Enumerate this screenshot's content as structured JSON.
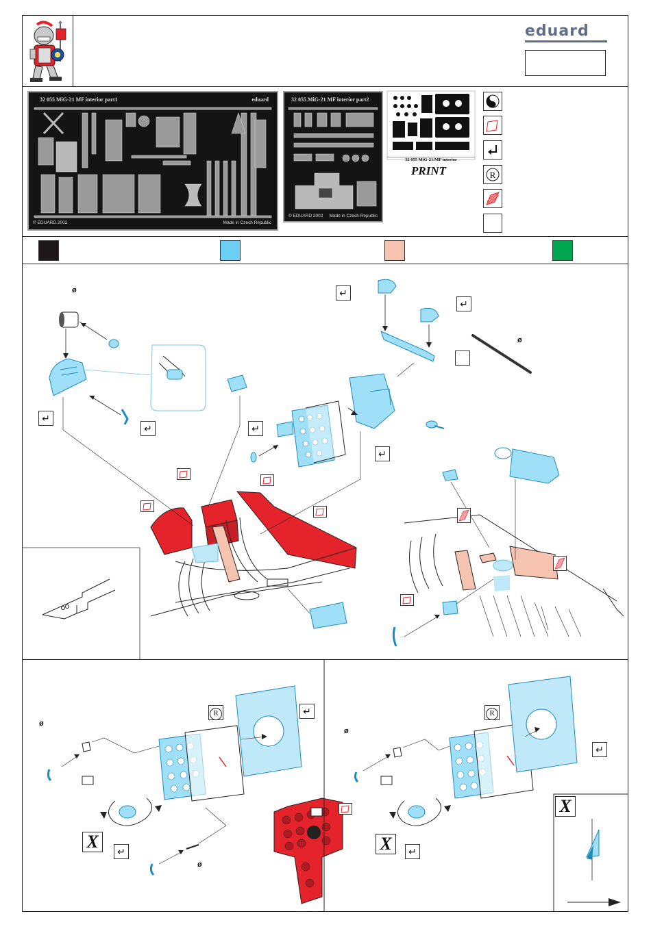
{
  "header": {
    "brand": "eduard"
  },
  "frets": {
    "fret1": {
      "title": "32 055  MiG-21 MF interior   part1",
      "brand": "eduard",
      "copyright": "© EDUARD 2002",
      "made_in": "Made in Czech Republic"
    },
    "fret2": {
      "title": "32 055  MiG-21 MF interior   part2",
      "copyright": "© EDUARD 2002",
      "made_in": "Made in Czech Republic"
    },
    "print_sheet": {
      "caption": "32 055  MiG-21/MF interior",
      "label": "PRINT"
    }
  },
  "legend_icons": [
    "bend-icon",
    "paint-icon",
    "fold-icon",
    "remove-icon",
    "cut-icon",
    "blank-icon"
  ],
  "legend_registered_glyph": "R",
  "color_swatches": [
    {
      "name": "black",
      "color": "#1c1719"
    },
    {
      "name": "light-blue",
      "color": "#6dcff6"
    },
    {
      "name": "flesh",
      "color": "#f6c3b0"
    },
    {
      "name": "green",
      "color": "#00a650"
    }
  ],
  "colors": {
    "part_blue": "#9fdff8",
    "part_red": "#e4232b",
    "part_flesh": "#f6c3b0"
  },
  "symbols": {
    "diameter": "ø",
    "x_mark": "X",
    "fold_glyph": "↵",
    "registered": "R"
  }
}
